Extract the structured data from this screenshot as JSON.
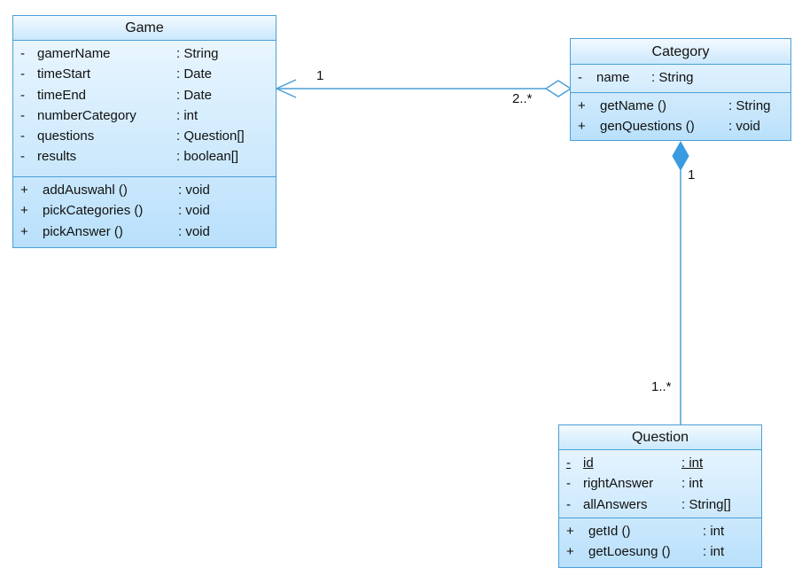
{
  "classes": {
    "game": {
      "name": "Game",
      "attributes": [
        {
          "vis": "-",
          "name": "gamerName",
          "type": ": String"
        },
        {
          "vis": "-",
          "name": "timeStart",
          "type": ": Date"
        },
        {
          "vis": "-",
          "name": "timeEnd",
          "type": ": Date"
        },
        {
          "vis": "-",
          "name": "numberCategory",
          "type": ": int"
        },
        {
          "vis": "-",
          "name": "questions",
          "type": ": Question[]"
        },
        {
          "vis": "-",
          "name": "results",
          "type": ": boolean[]"
        }
      ],
      "operations": [
        {
          "vis": "+",
          "name": "addAuswahl ()",
          "type": ": void"
        },
        {
          "vis": "+",
          "name": "pickCategories ()",
          "type": ": void"
        },
        {
          "vis": "+",
          "name": "pickAnswer ()",
          "type": ": void"
        }
      ]
    },
    "category": {
      "name": "Category",
      "attributes": [
        {
          "vis": "-",
          "name": "name",
          "type": ": String"
        }
      ],
      "operations": [
        {
          "vis": "+",
          "name": "getName ()",
          "type": ": String"
        },
        {
          "vis": "+",
          "name": "genQuestions ()",
          "type": ": void"
        }
      ]
    },
    "question": {
      "name": "Question",
      "attributes": [
        {
          "vis": "-",
          "name": "id",
          "type": ": int",
          "static": true
        },
        {
          "vis": "-",
          "name": "rightAnswer",
          "type": ": int"
        },
        {
          "vis": "-",
          "name": "allAnswers",
          "type": ": String[]"
        }
      ],
      "operations": [
        {
          "vis": "+",
          "name": "getId ()",
          "type": ": int"
        },
        {
          "vis": "+",
          "name": "getLoesung ()",
          "type": ": int"
        }
      ]
    }
  },
  "associations": {
    "game_category": {
      "type": "aggregation",
      "game_end": "1",
      "category_end": "2..*"
    },
    "category_question": {
      "type": "composition",
      "category_end": "1",
      "question_end": "1..*"
    }
  },
  "colors": {
    "border": "#4a9fd8",
    "fill_top": "#eef8ff",
    "fill_bottom": "#b9e0fb",
    "line": "#4a9fd8",
    "diamond": "#3a9be0"
  }
}
